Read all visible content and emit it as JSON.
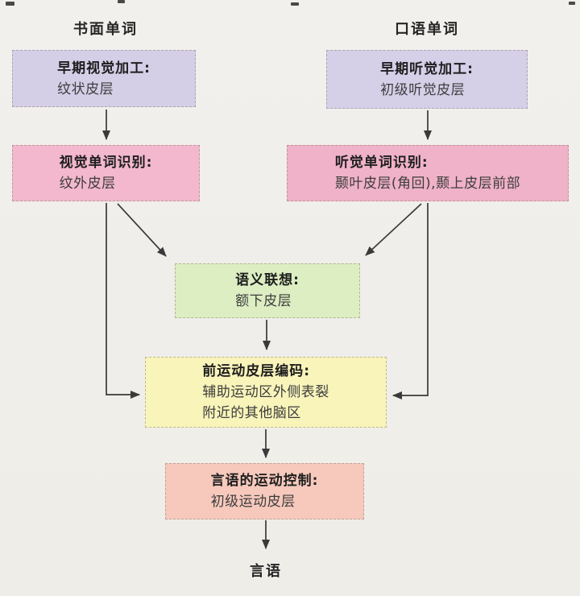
{
  "headers": {
    "written_word": "书面单词",
    "spoken_word": "口语单词"
  },
  "boxes": {
    "visual_early": {
      "line1": "早期视觉加工:",
      "line2": "纹状皮层",
      "bg": "#d5cee7"
    },
    "auditory_early": {
      "line1": "早期听觉加工:",
      "line2": "初级听觉皮层",
      "bg": "#d6cfe8"
    },
    "visual_recognition": {
      "line1": "视觉单词识别:",
      "line2": "纹外皮层",
      "bg": "#f3b8cd"
    },
    "auditory_recognition": {
      "line1": "听觉单词识别:",
      "line2": "颞叶皮层(角回),颞上皮层前部",
      "bg": "#f0b2c8"
    },
    "semantic": {
      "line1": "语义联想:",
      "line2": "额下皮层",
      "bg": "#dceec2"
    },
    "premotor": {
      "line1": "前运动皮层编码:",
      "line2": "辅助运动区外侧表裂",
      "line3": "附近的其他脑区",
      "bg": "#f8f4ba"
    },
    "motor": {
      "line1": "言语的运动控制:",
      "line2": "初级运动皮层",
      "bg": "#f6c9bc"
    }
  },
  "output_label": "言语",
  "colors": {
    "arrow": "#3a3a3a",
    "page_bg": "#f0eeea"
  }
}
